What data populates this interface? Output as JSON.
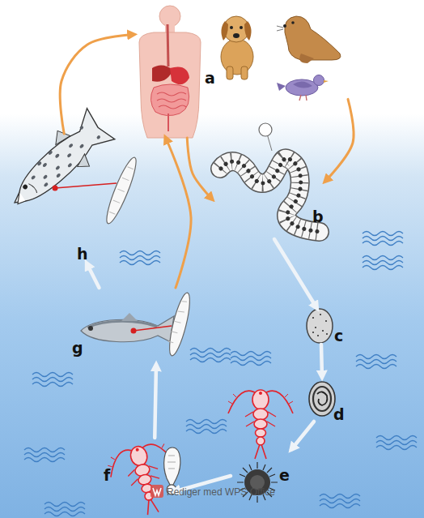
{
  "diagram": {
    "nodes": [
      {
        "text": [
          "a"
        ]
      },
      {
        "text": [
          "b"
        ]
      },
      {
        "text": [
          "c"
        ]
      },
      {
        "text": [
          "d"
        ]
      },
      {
        "text": [
          "e"
        ]
      },
      {
        "text": [
          "f"
        ]
      },
      {
        "text": [
          "g"
        ]
      },
      {
        "text": [
          "h"
        ]
      }
    ],
    "edges": [
      {
        "from": 1,
        "to": 2,
        "arrow": "to"
      },
      {
        "from": 2,
        "to": 3,
        "arrow": "to"
      },
      {
        "from": 3,
        "to": 4,
        "arrow": "to"
      },
      {
        "from": 4,
        "to": 5,
        "arrow": "to"
      },
      {
        "from": 5,
        "to": 6,
        "arrow": "to"
      },
      {
        "from": 6,
        "to": 7,
        "arrow": "to"
      },
      {
        "from": 0,
        "to": 1,
        "arrow": "to"
      },
      {
        "from": 0,
        "to": 1,
        "arrow": "to"
      },
      {
        "from": 7,
        "to": 0,
        "arrow": "to"
      },
      {
        "from": 6,
        "to": 0,
        "arrow": "to"
      }
    ],
    "labels": [
      "Rediger med WPS Office"
    ]
  }
}
